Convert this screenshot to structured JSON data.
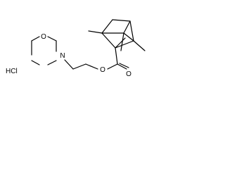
{
  "molecule": {
    "atoms": {
      "morpholine_oxygen": "O",
      "morpholine_nitrogen": "N",
      "ester_oxygen": "O",
      "carbonyl_oxygen": "O"
    },
    "salt": "HCl"
  }
}
